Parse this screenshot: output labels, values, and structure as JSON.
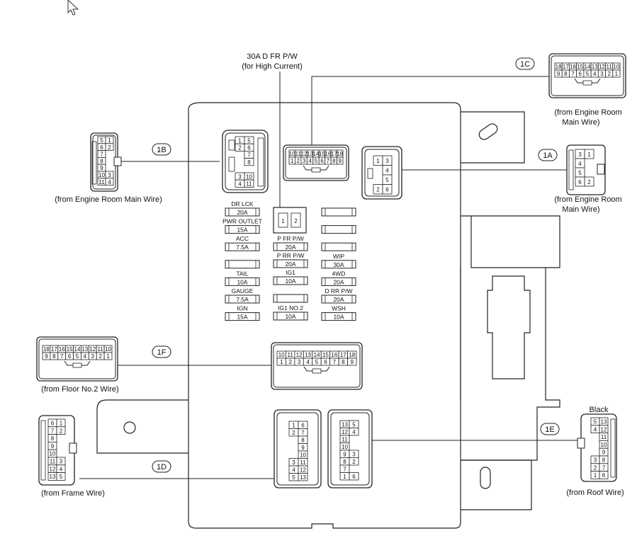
{
  "top_label": {
    "line1": "30A D FR P/W",
    "line2": "(for High Current)"
  },
  "callouts": {
    "c1A": "1A",
    "c1B": "1B",
    "c1C": "1C",
    "c1D": "1D",
    "c1E": "1E",
    "c1F": "1F"
  },
  "captions": {
    "c1B": "(from Engine Room Main Wire)",
    "c1C_1": "(from Engine Room",
    "c1C_2": "Main Wire)",
    "c1A_1": "(from Engine Room",
    "c1A_2": "Main Wire)",
    "c1F": "(from Floor No.2 Wire)",
    "c1D": "(from Frame Wire)",
    "c1E_top": "Black",
    "c1E": "(from Roof Wire)"
  },
  "fuses": {
    "left": [
      {
        "name": "DR LCK",
        "rating": "20A"
      },
      {
        "name": "PWR OUTLET",
        "rating": "15A"
      },
      {
        "name": "ACC",
        "rating": "7.5A"
      },
      {
        "name": "",
        "rating": ""
      },
      {
        "name": "TAIL",
        "rating": "10A"
      },
      {
        "name": "GAUGE",
        "rating": "7.5A"
      },
      {
        "name": "IGN",
        "rating": "15A"
      }
    ],
    "mid": [
      {
        "name": "P FR P/W",
        "rating": "20A"
      },
      {
        "name": "P RR P/W",
        "rating": "20A"
      },
      {
        "name": "IG1",
        "rating": "10A"
      },
      {
        "name": "",
        "rating": ""
      },
      {
        "name": "IG1 NO.2",
        "rating": "10A"
      }
    ],
    "right": [
      {
        "name": "",
        "rating": ""
      },
      {
        "name": "",
        "rating": ""
      },
      {
        "name": "",
        "rating": ""
      },
      {
        "name": "WIP",
        "rating": "30A"
      },
      {
        "name": "4WD",
        "rating": "20A"
      },
      {
        "name": "D RR P/W",
        "rating": "20A"
      },
      {
        "name": "WSH",
        "rating": "10A"
      }
    ],
    "large_pins": [
      "1",
      "2"
    ]
  },
  "pins": {
    "c1B_ext": [
      "5",
      "1",
      "6",
      "2",
      "7",
      "8",
      "9",
      "10",
      "3",
      "11",
      "4"
    ],
    "c1B_in": [
      "1",
      "5",
      "2",
      "6",
      "7",
      "8",
      "3",
      "10",
      "4",
      "11"
    ],
    "c1C_ext_top": [
      "18",
      "17",
      "16",
      "15",
      "14",
      "13",
      "12",
      "11",
      "10"
    ],
    "c1C_ext_bot": [
      "9",
      "8",
      "7",
      "6",
      "5",
      "4",
      "3",
      "2",
      "1"
    ],
    "c1C_in_top": [
      "10",
      "11",
      "12",
      "13",
      "14",
      "15",
      "16",
      "17",
      "18"
    ],
    "c1C_in_bot": [
      "1",
      "2",
      "3",
      "4",
      "5",
      "6",
      "7",
      "8",
      "9"
    ],
    "c1A_in": [
      "1",
      "3",
      "4",
      "5",
      "2",
      "6"
    ],
    "c1A_ext": [
      "3",
      "1",
      "4",
      "5",
      "6",
      "2"
    ],
    "c1F_ext_top": [
      "18",
      "17",
      "16",
      "15",
      "14",
      "13",
      "12",
      "11",
      "10"
    ],
    "c1F_ext_bot": [
      "9",
      "8",
      "7",
      "6",
      "5",
      "4",
      "3",
      "2",
      "1"
    ],
    "c1F_in_top": [
      "10",
      "11",
      "12",
      "13",
      "14",
      "15",
      "16",
      "17",
      "18"
    ],
    "c1F_in_bot": [
      "1",
      "2",
      "3",
      "4",
      "5",
      "6",
      "7",
      "8",
      "9"
    ],
    "c1D_ext": [
      "6",
      "1",
      "7",
      "2",
      "8",
      "9",
      "10",
      "11",
      "3",
      "12",
      "4",
      "13",
      "5"
    ],
    "c1D_in": [
      "1",
      "6",
      "2",
      "7",
      "8",
      "9",
      "10",
      "3",
      "11",
      "4",
      "12",
      "5",
      "13"
    ],
    "c1E_in": [
      "13",
      "5",
      "12",
      "4",
      "11",
      "10",
      "9",
      "3",
      "8",
      "2",
      "7",
      "1",
      "6"
    ],
    "c1E_ext": [
      "5",
      "13",
      "4",
      "12",
      "11",
      "10",
      "9",
      "3",
      "8",
      "2",
      "7",
      "1",
      "6"
    ]
  }
}
